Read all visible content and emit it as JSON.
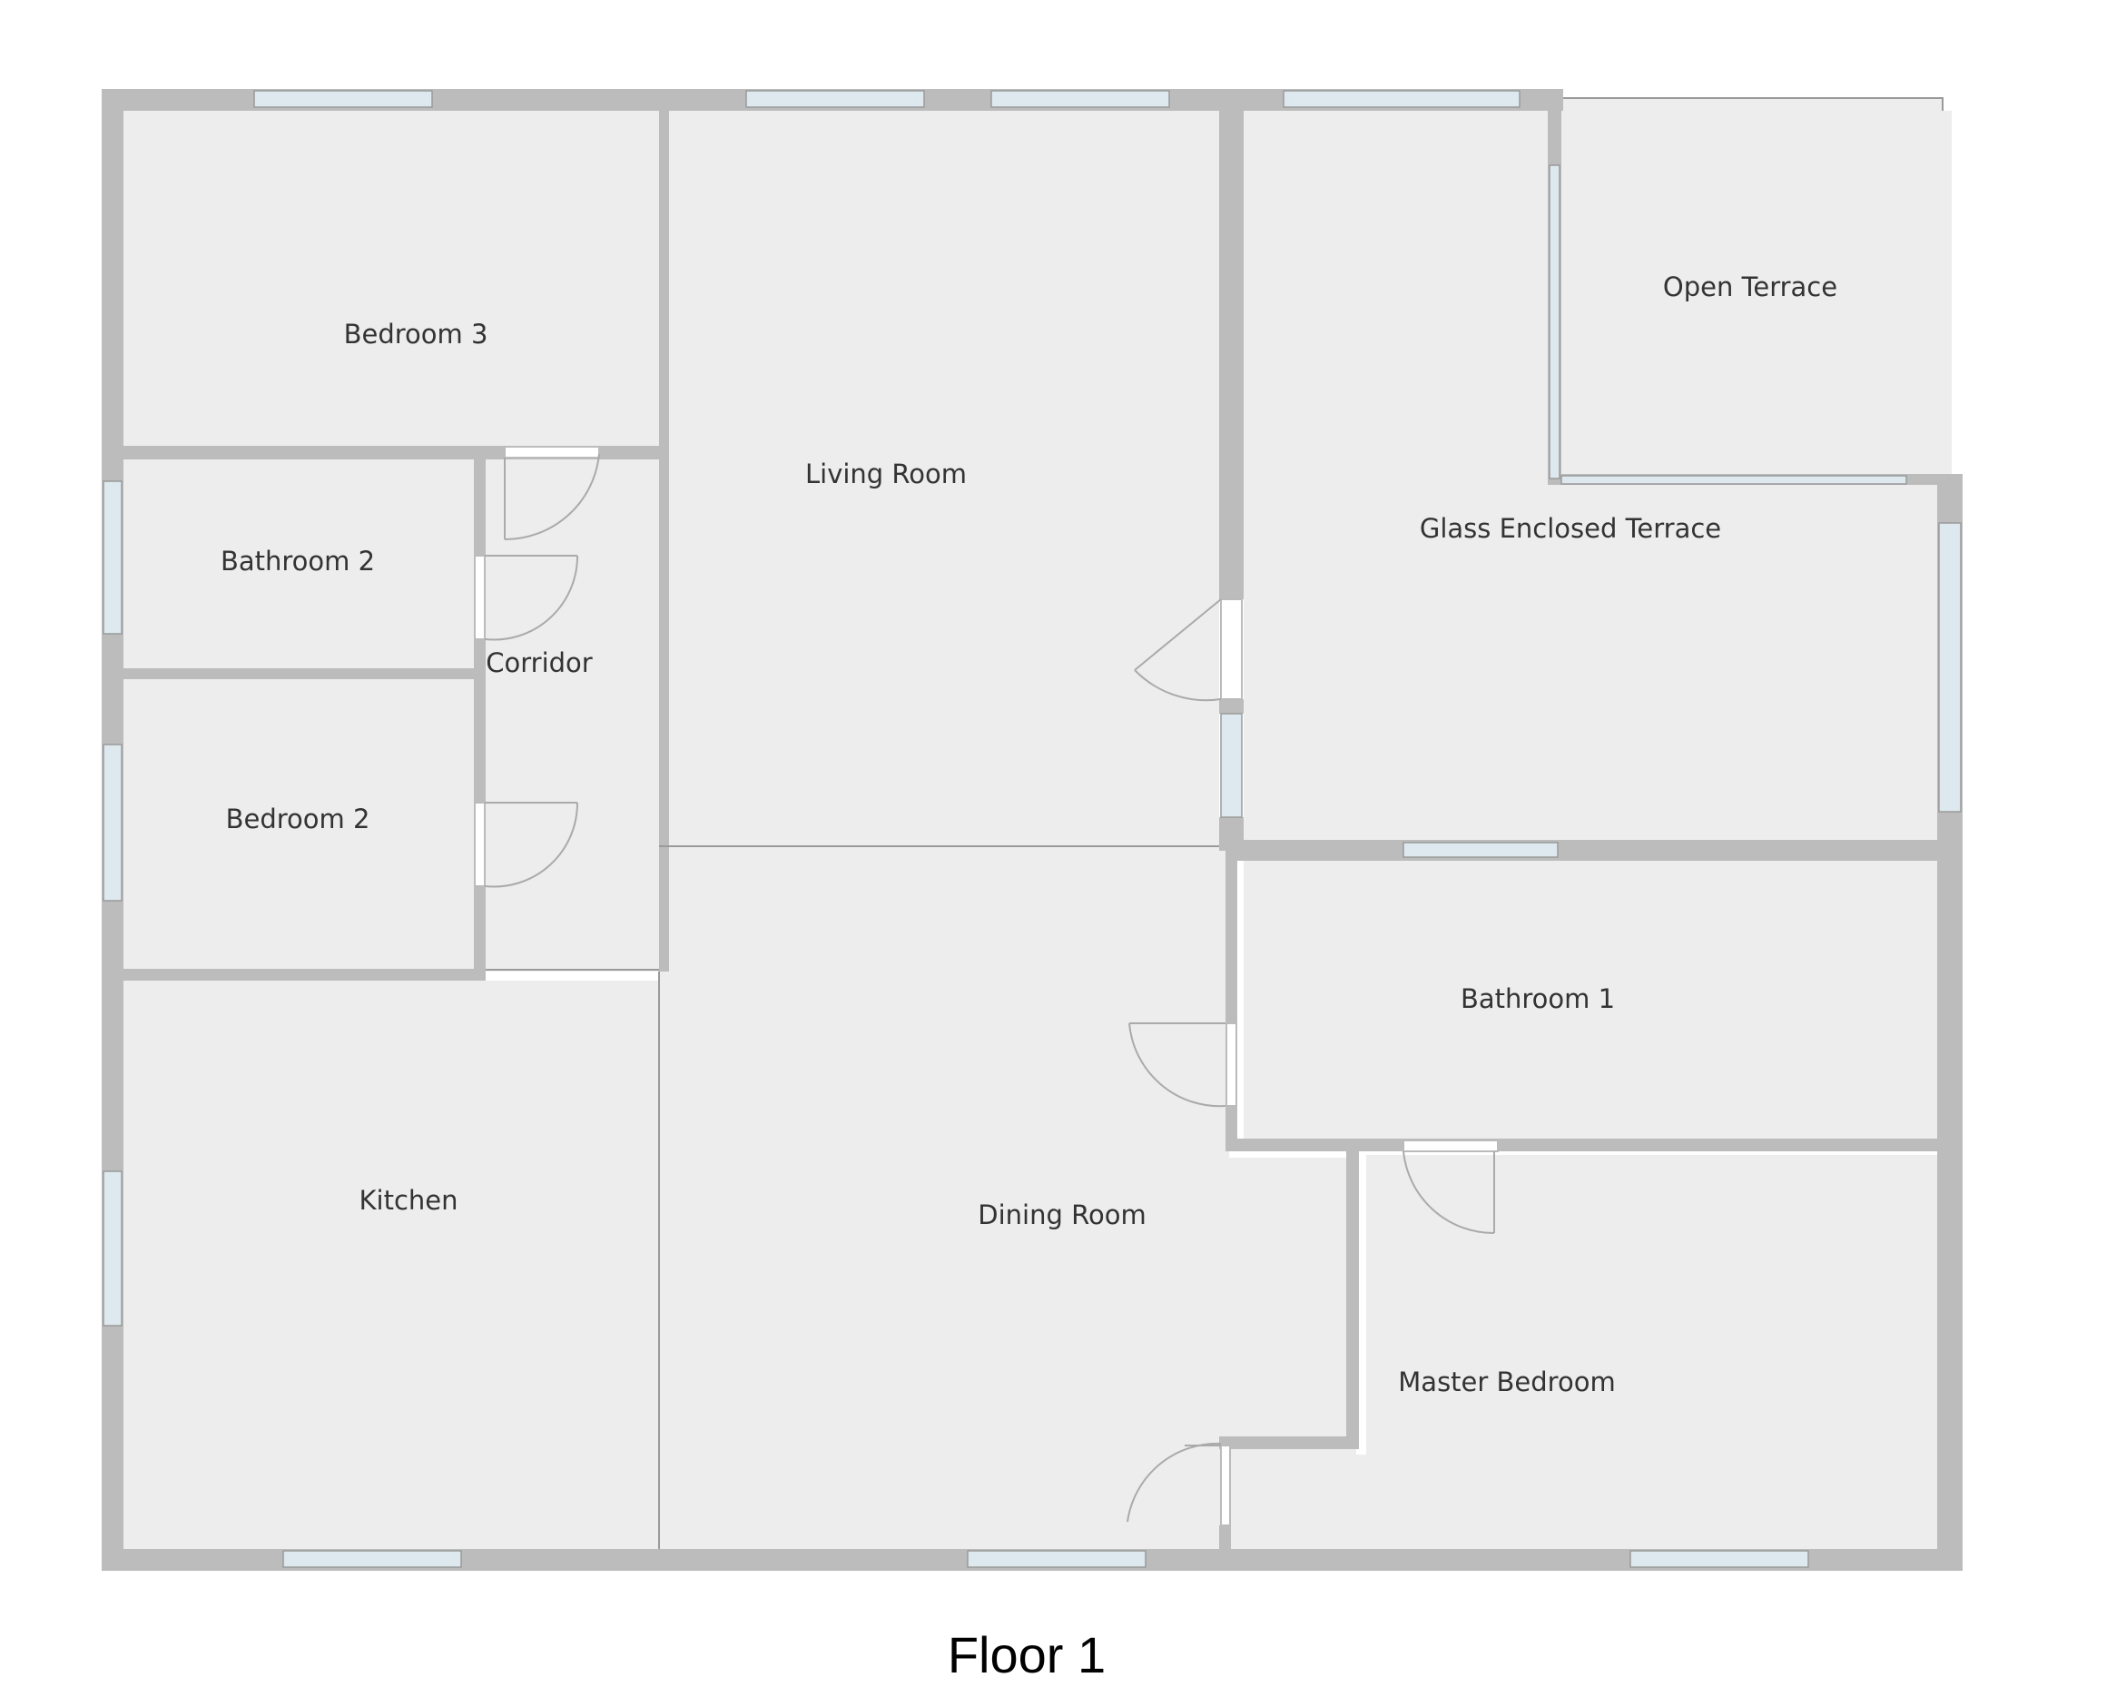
{
  "caption": "Floor 1",
  "rooms": {
    "bedroom3": "Bedroom 3",
    "living_room": "Living Room",
    "open_terrace": "Open Terrace",
    "glass_terrace": "Glass Enclosed Terrace",
    "bathroom2": "Bathroom 2",
    "corridor": "Corridor",
    "bedroom2": "Bedroom 2",
    "bathroom1": "Bathroom 1",
    "kitchen": "Kitchen",
    "dining_room": "Dining Room",
    "master_bedroom": "Master Bedroom"
  },
  "colors": {
    "floor": "#ededed",
    "wall": "#bcbcbc",
    "window": "#dde9ef",
    "line": "#9a9a9a"
  }
}
